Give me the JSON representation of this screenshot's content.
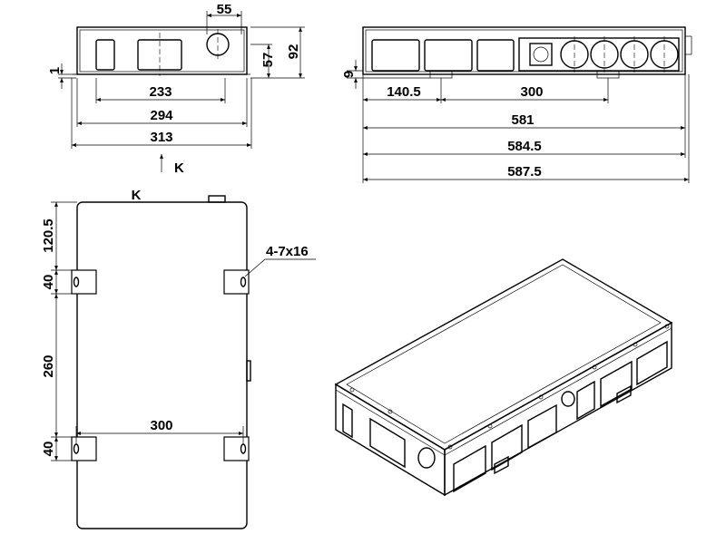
{
  "view_labels": {
    "arrow_label": "K",
    "view_label": "K"
  },
  "dimensions": {
    "front_top_width": "55",
    "front_height_inner": "57",
    "front_height_total": "92",
    "front_offset": "1",
    "front_width_233": "233",
    "front_width_294": "294",
    "front_width_313": "313",
    "side_offset": "9",
    "side_140": "140.5",
    "side_300": "300",
    "side_581": "581",
    "side_584": "584.5",
    "side_587": "587.5",
    "plan_120": "120.5",
    "plan_40_top": "40",
    "plan_260": "260",
    "plan_40_bottom": "40",
    "plan_300": "300",
    "hole_callout": "4-7x16"
  }
}
